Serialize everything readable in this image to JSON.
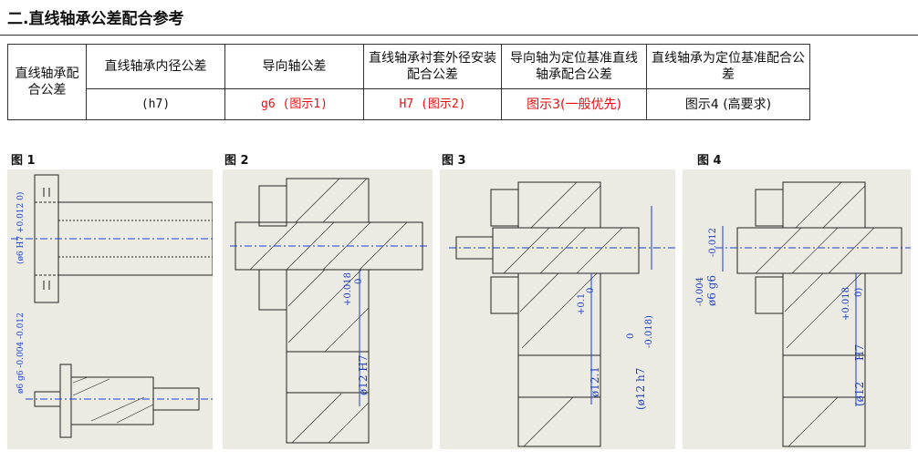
{
  "title": "二.直线轴承公差配合参考",
  "table": {
    "row_header": "直线轴承配合公差",
    "headers": [
      "直线轴承内径公差",
      "导向轴公差",
      "直线轴承衬套外径安装配合公差",
      "导向轴为定位基准直线轴承配合公差",
      "直线轴承为定位基准配合公差"
    ],
    "values": [
      "(h7)",
      "g6 (图示1)",
      "H7 (图示2)",
      "图示3(一般优先)",
      "图示4 (高要求)"
    ],
    "value_colors": [
      "#111111",
      "#e01010",
      "#e01010",
      "#e01010",
      "#111111"
    ]
  },
  "figures": [
    {
      "label": "图 1",
      "dims": [
        "(ø6 H7 +0.012 0)",
        "ø6 g6 -0.004 -0.012"
      ]
    },
    {
      "label": "图 2",
      "dims": [
        "ø12 H7",
        "+0.018",
        "0"
      ]
    },
    {
      "label": "图 3",
      "dims": [
        "ø12.1",
        "+0.1",
        "0",
        "(ø12 h7",
        "0",
        "-0.018)"
      ]
    },
    {
      "label": "图 4",
      "dims": [
        "ø6 g6",
        "-0.004",
        "-0.012",
        "(ø12",
        "H7",
        "+0.018",
        "0)"
      ]
    }
  ],
  "colors": {
    "panel_bg": "#ebebe4",
    "dim_blue": "#1b3fc9",
    "red": "#e01010"
  }
}
